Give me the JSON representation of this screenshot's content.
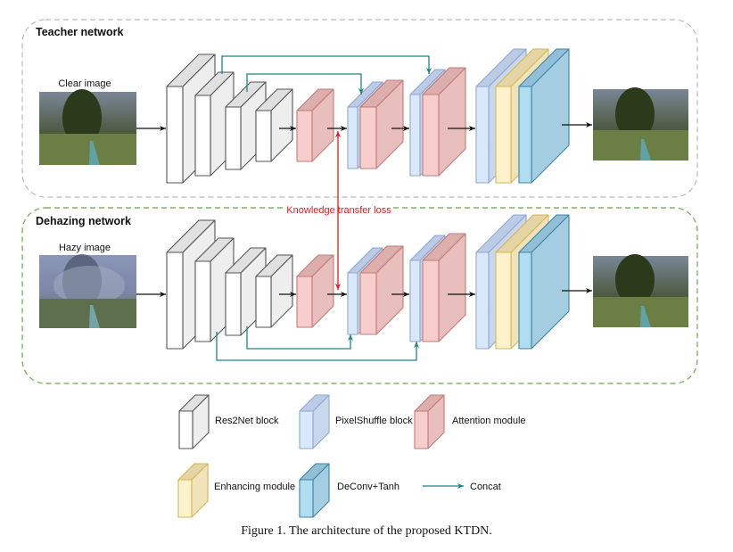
{
  "teacher": {
    "title": "Teacher network",
    "input_label": "Clear image"
  },
  "dehazing": {
    "title": "Dehazing network",
    "input_label": "Hazy image"
  },
  "loss_label": "Knowledge transfer loss",
  "legend": {
    "res2net": "Res2Net block",
    "pixelshuffle": "PixelShuffle block",
    "attention": "Attention module",
    "enhancing": "Enhancing module",
    "deconv": "DeConv+Tanh",
    "concat": "Concat"
  },
  "caption": "Figure 1. The architecture of the proposed KTDN.",
  "colors": {
    "res2net": {
      "front": "#ffffff",
      "side": "#eeeeee",
      "top": "#e0e0e0",
      "stroke": "#555555"
    },
    "pixelshuffle": {
      "front": "#dae8fc",
      "side": "#c9d7ee",
      "top": "#bccce6",
      "stroke": "#8ea8d0"
    },
    "attention": {
      "front": "#f8cecc",
      "side": "#e9bfbd",
      "top": "#dcaeac",
      "stroke": "#c47a77"
    },
    "enhancing": {
      "front": "#fff2cc",
      "side": "#f0e2b9",
      "top": "#e5d5a6",
      "stroke": "#d6b656"
    },
    "deconv": {
      "front": "#b1ddf0",
      "side": "#a4cde2",
      "top": "#93bfd6",
      "stroke": "#3a84a8"
    },
    "concat": "#1f8585",
    "loss": "#e8161b",
    "teacher_border": "#bbbbbb",
    "dehazing_border": "#82b366"
  }
}
